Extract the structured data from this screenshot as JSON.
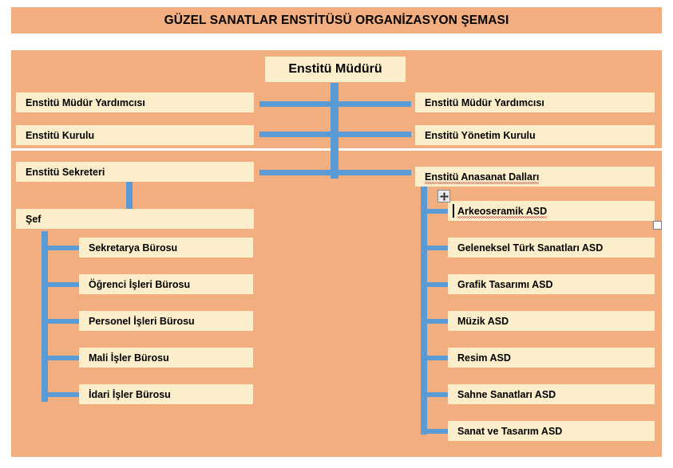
{
  "document": {
    "title": "GÜZEL SANATLAR ENSTİTÜSÜ ORGANİZASYON ŞEMASI"
  },
  "colors": {
    "panel_background": "#F2AE7E",
    "box_fill": "#FDEECB",
    "connector_line": "#5B9BD5",
    "text": "#000000",
    "page_background": "#FFFFFF",
    "spellcheck_underline": "#E03030"
  },
  "chart_data": {
    "type": "diagram",
    "diagram_type": "organization-chart",
    "title": "GÜZEL SANATLAR ENSTİTÜSÜ ORGANİZASYON ŞEMASI",
    "root": "Enstitü Müdürü",
    "nodes": [
      {
        "id": "mudur",
        "label": "Enstitü Müdürü",
        "level": 1,
        "parent": null
      },
      {
        "id": "md-yrd-sol",
        "label": "Enstitü Müdür Yardımcısı",
        "level": 2,
        "parent": "mudur",
        "side": "left"
      },
      {
        "id": "md-yrd-sag",
        "label": "Enstitü Müdür Yardımcısı",
        "level": 2,
        "parent": "mudur",
        "side": "right"
      },
      {
        "id": "kurul",
        "label": "Enstitü Kurulu",
        "level": 2,
        "parent": "mudur",
        "side": "left"
      },
      {
        "id": "yonetim-kurul",
        "label": "Enstitü Yönetim Kurulu",
        "level": 2,
        "parent": "mudur",
        "side": "right"
      },
      {
        "id": "sekreter",
        "label": "Enstitü Sekreteri",
        "level": 2,
        "parent": "mudur",
        "side": "left"
      },
      {
        "id": "anasanat",
        "label": "Enstitü Anasanat Dalları",
        "level": 2,
        "parent": "mudur",
        "side": "right"
      },
      {
        "id": "sef",
        "label": "Şef",
        "level": 3,
        "parent": "sekreter",
        "side": "left"
      },
      {
        "id": "sekretarya",
        "label": "Sekretarya Bürosu",
        "level": 4,
        "parent": "sef",
        "side": "left"
      },
      {
        "id": "ogrenci",
        "label": "Öğrenci İşleri Bürosu",
        "level": 4,
        "parent": "sef",
        "side": "left"
      },
      {
        "id": "personel",
        "label": "Personel İşleri Bürosu",
        "level": 4,
        "parent": "sef",
        "side": "left"
      },
      {
        "id": "mali",
        "label": "Mali İşler Bürosu",
        "level": 4,
        "parent": "sef",
        "side": "left"
      },
      {
        "id": "idari",
        "label": "İdari İşler Bürosu",
        "level": 4,
        "parent": "sef",
        "side": "left"
      },
      {
        "id": "arkeoseramik",
        "label": "Arkeoseramik ASD",
        "level": 3,
        "parent": "anasanat",
        "side": "right"
      },
      {
        "id": "geleneksel",
        "label": "Geleneksel Türk Sanatları ASD",
        "level": 3,
        "parent": "anasanat",
        "side": "right"
      },
      {
        "id": "grafik",
        "label": "Grafik Tasarımı ASD",
        "level": 3,
        "parent": "anasanat",
        "side": "right"
      },
      {
        "id": "muzik",
        "label": "Müzik ASD",
        "level": 3,
        "parent": "anasanat",
        "side": "right"
      },
      {
        "id": "resim",
        "label": "Resim ASD",
        "level": 3,
        "parent": "anasanat",
        "side": "right"
      },
      {
        "id": "sahne",
        "label": "Sahne Sanatları ASD",
        "level": 3,
        "parent": "anasanat",
        "side": "right"
      },
      {
        "id": "sanat-tasarim",
        "label": "Sanat ve Tasarım ASD",
        "level": 3,
        "parent": "anasanat",
        "side": "right"
      }
    ]
  },
  "root_box": {
    "label": "Enstitü Müdürü"
  },
  "left_column": {
    "items": [
      {
        "label": "Enstitü Müdür Yardımcısı"
      },
      {
        "label": "Enstitü Kurulu"
      },
      {
        "label": "Enstitü Sekreteri"
      }
    ]
  },
  "right_column": {
    "items": [
      {
        "label": "Enstitü Müdür Yardımcısı"
      },
      {
        "label": "Enstitü Yönetim Kurulu"
      },
      {
        "label": "Enstitü Anasanat Dalları",
        "spellcheck_word": "Anasanat"
      }
    ]
  },
  "sef_branch": {
    "head": {
      "label": "Şef"
    },
    "items": [
      {
        "label": "Sekretarya Bürosu"
      },
      {
        "label": "Öğrenci İşleri Bürosu"
      },
      {
        "label": "Personel İşleri Bürosu"
      },
      {
        "label": "Mali İşler Bürosu"
      },
      {
        "label": "İdari İşler Bürosu"
      }
    ]
  },
  "asd_branch": {
    "items": [
      {
        "label": "Arkeoseramik ASD",
        "spellcheck": true
      },
      {
        "label": "Geleneksel Türk Sanatları ASD",
        "spellcheck": false
      },
      {
        "label": "Grafik Tasarımı ASD",
        "spellcheck": false
      },
      {
        "label": "Müzik ASD",
        "spellcheck": false
      },
      {
        "label": "Resim ASD",
        "spellcheck": false
      },
      {
        "label": "Sahne Sanatları ASD",
        "spellcheck": false
      },
      {
        "label": "Sanat ve Tasarım ASD",
        "spellcheck": false
      }
    ]
  },
  "editor_overlay": {
    "move_handle_name": "move-handle",
    "resize_handle_name": "resize-handle",
    "caret_name": "text-caret"
  }
}
